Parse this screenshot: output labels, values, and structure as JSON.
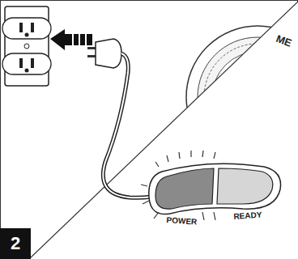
{
  "diagram": {
    "nodes": [
      {
        "text": [
          "2"
        ]
      }
    ],
    "labels": [
      "ME",
      "POWER",
      "READY"
    ]
  }
}
